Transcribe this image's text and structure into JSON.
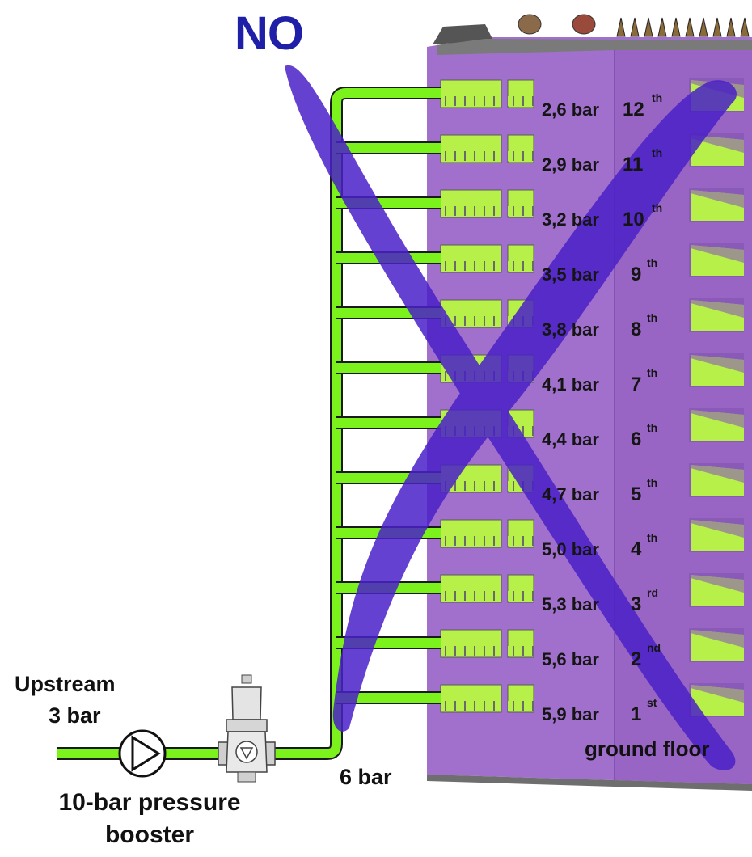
{
  "title": "NO",
  "upstream": {
    "line1": "Upstream",
    "line2": "3 bar"
  },
  "booster": {
    "line1": "10-bar pressure",
    "line2": "booster"
  },
  "riser_pressure": "6 bar",
  "ground_floor": "ground floor",
  "floors": [
    {
      "pressure": "2,6 bar",
      "number": "12",
      "suffix": "th"
    },
    {
      "pressure": "2,9 bar",
      "number": "11",
      "suffix": "th"
    },
    {
      "pressure": "3,2 bar",
      "number": "10",
      "suffix": "th"
    },
    {
      "pressure": "3,5 bar",
      "number": "9",
      "suffix": "th"
    },
    {
      "pressure": "3,8 bar",
      "number": "8",
      "suffix": "th"
    },
    {
      "pressure": "4,1 bar",
      "number": "7",
      "suffix": "th"
    },
    {
      "pressure": "4,4 bar",
      "number": "6",
      "suffix": "th"
    },
    {
      "pressure": "4,7 bar",
      "number": "5",
      "suffix": "th"
    },
    {
      "pressure": "5,0 bar",
      "number": "4",
      "suffix": "th"
    },
    {
      "pressure": "5,3 bar",
      "number": "3",
      "suffix": "rd"
    },
    {
      "pressure": "5,6 bar",
      "number": "2",
      "suffix": "nd"
    },
    {
      "pressure": "5,9 bar",
      "number": "1",
      "suffix": "st"
    }
  ],
  "colors": {
    "pipe": "#7cf21c",
    "pipe_outline": "#1a1a1a",
    "building": "#a070cc",
    "building_dark": "#8a5ab8",
    "window": "#b8f04a",
    "cross": "#4a20c8",
    "title": "#1f1fa8"
  },
  "icons": [
    "pump-icon",
    "pressure-reducing-valve-icon",
    "rooftop-plant-icon"
  ]
}
